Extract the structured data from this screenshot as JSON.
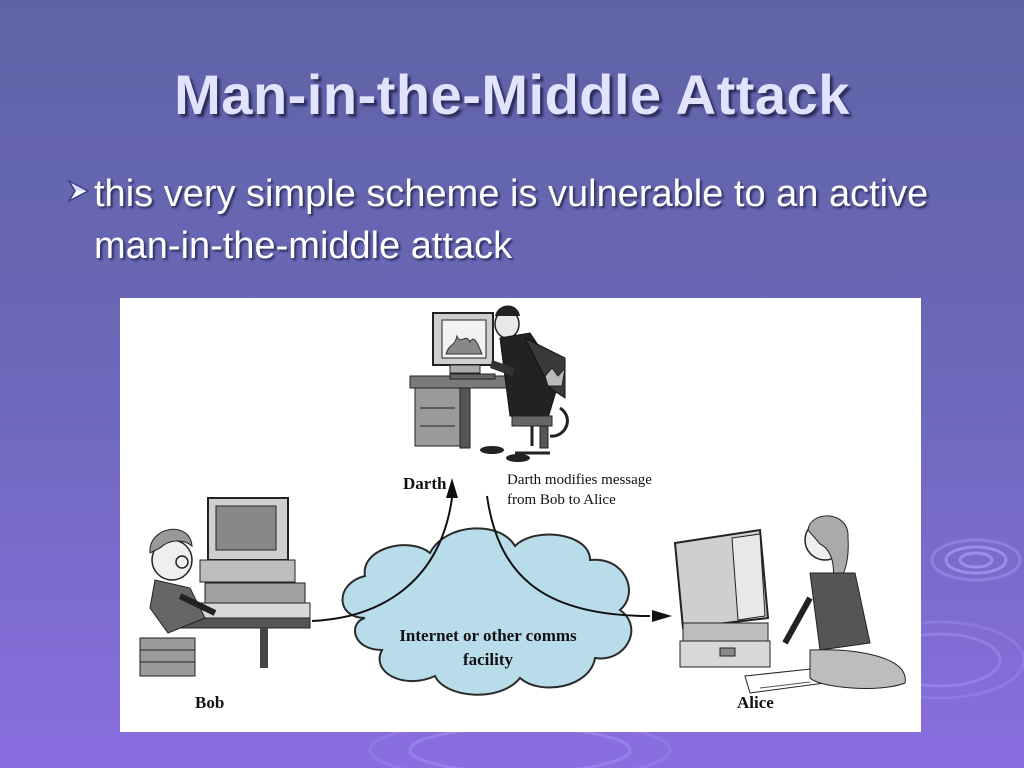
{
  "slide": {
    "title": "Man-in-the-Middle Attack",
    "bullet": "this very simple scheme is vulnerable to an active man-in-the-middle attack"
  },
  "figure": {
    "darth_label": "Darth",
    "darth_note": "Darth modifies message from Bob to Alice",
    "bob_label": "Bob",
    "alice_label": "Alice",
    "cloud_label": "Internet or other comms facility"
  },
  "colors": {
    "background_top": "#5f63a6",
    "background_bottom": "#8a6ee0",
    "title": "#e2e4ff",
    "cloud_fill": "#b8dcea"
  }
}
